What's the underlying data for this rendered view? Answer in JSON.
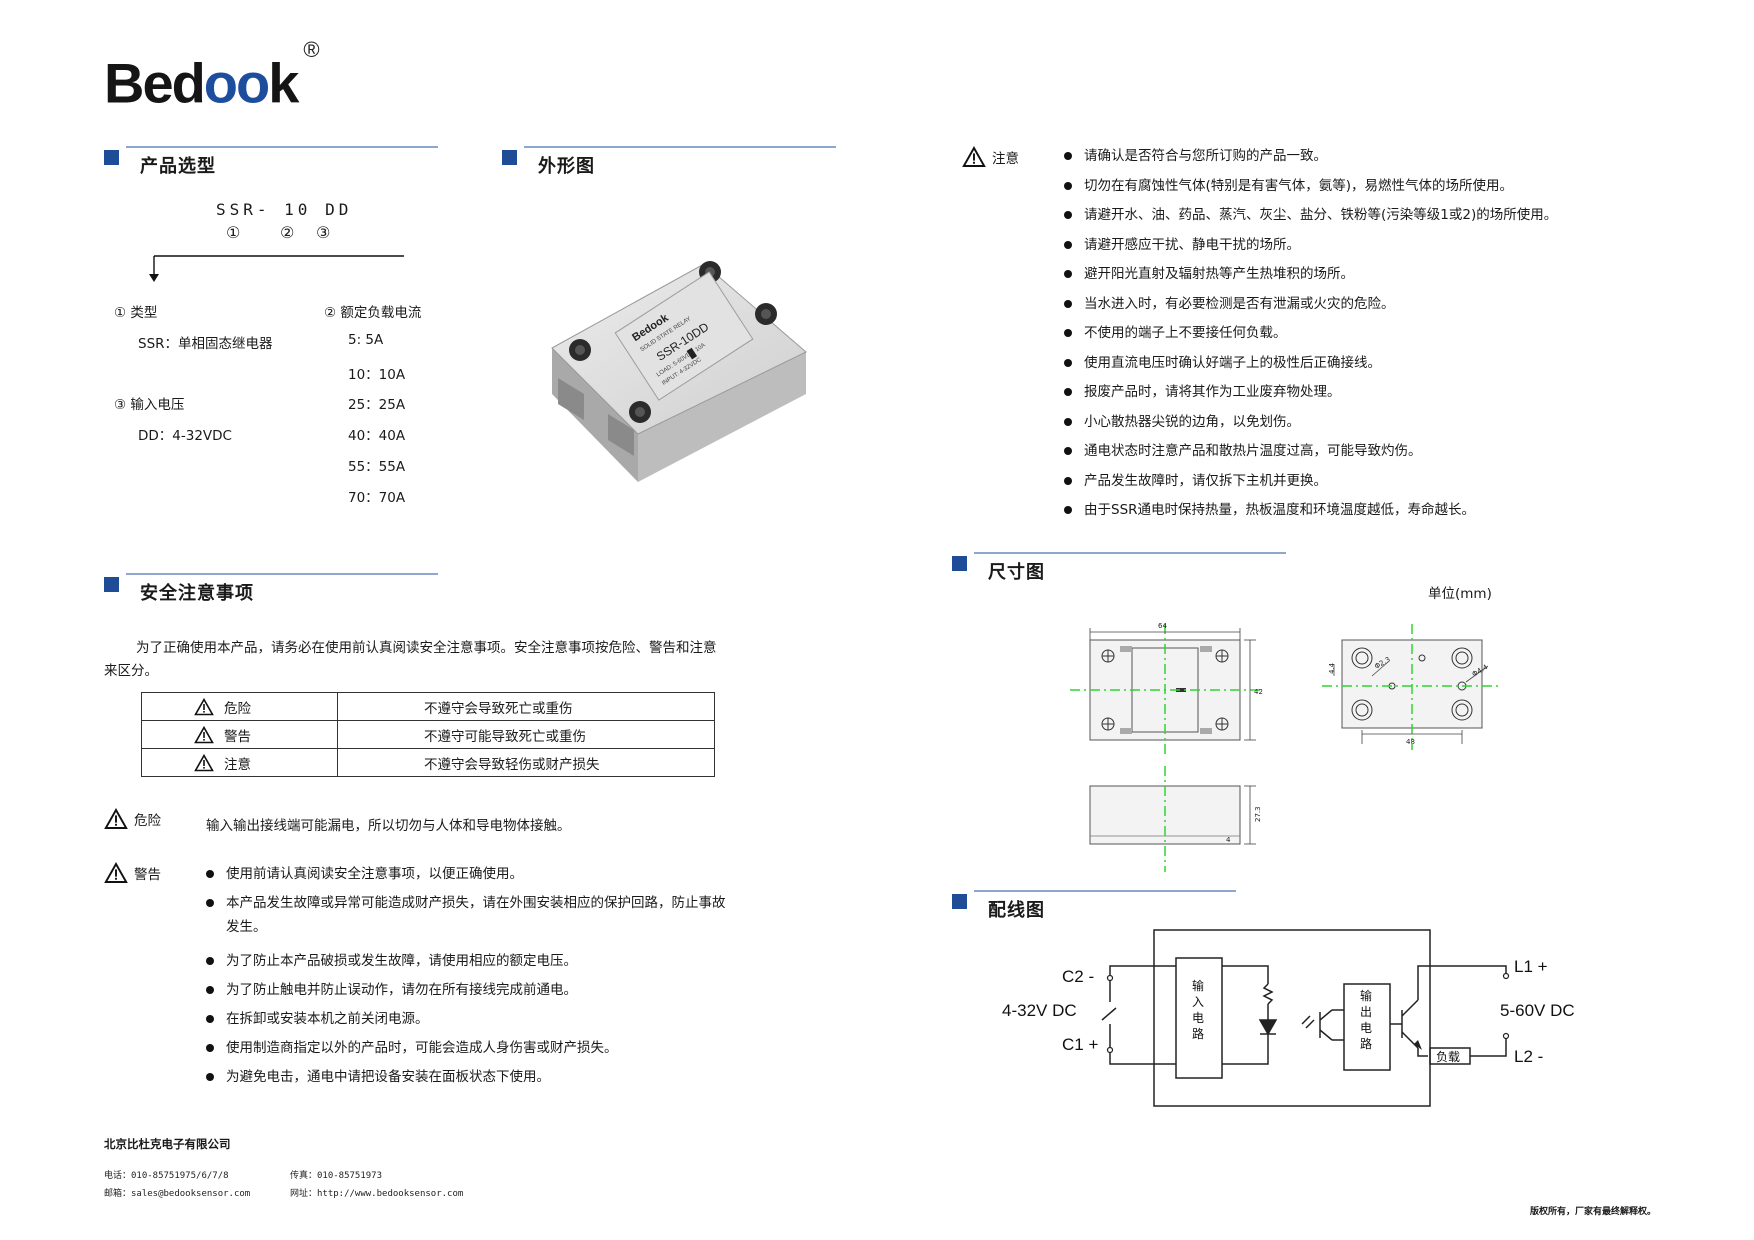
{
  "brand": {
    "name_a": "Bed",
    "name_oo": "oo",
    "name_b": "k",
    "reg": "®"
  },
  "sections": {
    "product": "产品选型",
    "appearance": "外形图",
    "safety": "安全注意事项",
    "dimension": "尺寸图",
    "wiring": "配线图"
  },
  "product": {
    "model": "SSR- 10 DD",
    "marks": [
      "①",
      "②",
      "③"
    ],
    "type_label": "① 类型",
    "type_value": "SSR：单相固态继电器",
    "voltage_label": "③ 输入电压",
    "voltage_value": "DD：4-32VDC",
    "current_label": "② 额定负载电流",
    "currents": [
      "5:   5A",
      "10：10A",
      "25：25A",
      "40：40A",
      "55：55A",
      "70：70A"
    ]
  },
  "relay_label": {
    "brand": "Bedook",
    "line1": "SOLID STATE RELAY",
    "model": "SSR-10DD",
    "line2": "LOAD: 5-60VDC 10A",
    "line3": "INPUT: 4-32VDC"
  },
  "safety": {
    "intro": "为了正确使用本产品，请务必在使用前认真阅读安全注意事项。安全注意事项按危险、警告和注意",
    "intro2": "来区分。",
    "levels": [
      {
        "name": "危险",
        "desc": "不遵守会导致死亡或重伤"
      },
      {
        "name": "警告",
        "desc": "不遵守可能导致死亡或重伤"
      },
      {
        "name": "注意",
        "desc": "不遵守会导致轻伤或财产损失"
      }
    ],
    "danger_label": "危险",
    "danger_text": "输入输出接线端可能漏电，所以切勿与人体和导电物体接触。",
    "warning_label": "警告",
    "warnings": [
      "使用前请认真阅读安全注意事项，以便正确使用。",
      "本产品发生故障或异常可能造成财产损失，请在外围安装相应的保护回路，防止事故",
      "为了防止本产品破损或发生故障，请使用相应的额定电压。",
      "为了防止触电并防止误动作，请勿在所有接线完成前通电。",
      "在拆卸或安装本机之前关闭电源。",
      "使用制造商指定以外的产品时，可能会造成人身伤害或财产损失。",
      "为避免电击，通电中请把设备安装在面板状态下使用。"
    ],
    "warning_cont": "发生。"
  },
  "notice": {
    "label": "注意",
    "items": [
      "请确认是否符合与您所订购的产品一致。",
      "切勿在有腐蚀性气体(特别是有害气体，氨等)，易燃性气体的场所使用。",
      "请避开水、油、药品、蒸汽、灰尘、盐分、铁粉等(污染等级1或2)的场所使用。",
      "请避开感应干扰、静电干扰的场所。",
      "避开阳光直射及辐射热等产生热堆积的场所。",
      "当水进入时，有必要检测是否有泄漏或火灾的危险。",
      "不使用的端子上不要接任何负载。",
      "使用直流电压时确认好端子上的极性后正确接线。",
      "报废产品时，请将其作为工业废弃物处理。",
      "小心散热器尖锐的边角，以免划伤。",
      "通电状态时注意产品和散热片温度过高，可能导致灼伤。",
      "产品发生故障时，请仅拆下主机并更换。",
      "由于SSR通电时保持热量，热板温度和环境温度越低，寿命越长。"
    ]
  },
  "dimension": {
    "unit": "单位(mm)",
    "w": "64",
    "h": "42",
    "pitch": "48",
    "side_h": "27.3",
    "side_base": "4",
    "dia1": "Φ2.3",
    "dia2": "Φ4.4",
    "hole": "4.4"
  },
  "wiring": {
    "c2": "C2 -",
    "input_v": "4-32V DC",
    "c1": "C1 +",
    "l1": "L1 +",
    "output_v": "5-60V DC",
    "l2": "L2 -",
    "load": "负载",
    "in_circuit": [
      "输",
      "入",
      "电",
      "路"
    ],
    "out_circuit": [
      "输",
      "出",
      "电",
      "路"
    ]
  },
  "footer": {
    "company": "北京比杜克电子有限公司",
    "phone": "电话：010-85751975/6/7/8",
    "fax": "传真：010-85751973",
    "email": "邮箱：sales@bedooksensor.com",
    "web": "网址：http://www.bedooksensor.com",
    "rights": "版权所有，厂家有最终解释权。"
  },
  "colors": {
    "accent": "#1f4c96",
    "accent_line": "#8fa6cf",
    "centerline": "#2fd52f"
  }
}
